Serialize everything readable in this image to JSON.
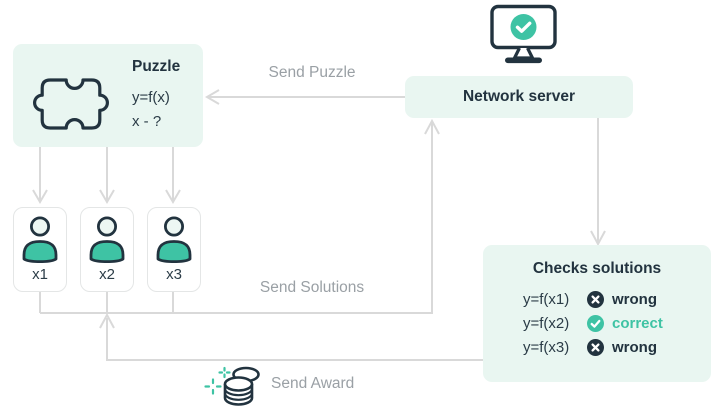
{
  "puzzle": {
    "title": "Puzzle",
    "formula": "y=f(x)",
    "unknown": "x - ?"
  },
  "server": {
    "label": "Network server"
  },
  "users": [
    {
      "label": "x1"
    },
    {
      "label": "x2"
    },
    {
      "label": "x3"
    }
  ],
  "checks": {
    "title": "Checks solutions",
    "rows": [
      {
        "formula": "y=f(x1)",
        "status": "wrong"
      },
      {
        "formula": "y=f(x2)",
        "status": "correct"
      },
      {
        "formula": "y=f(x3)",
        "status": "wrong"
      }
    ]
  },
  "flow_labels": {
    "send_puzzle": "Send Puzzle",
    "send_solutions": "Send Solutions",
    "send_award": "Send Award"
  },
  "icons": {
    "server_icon": "monitor-check-icon",
    "puzzle_icon": "puzzle-piece-icon",
    "user_icon": "person-icon",
    "award_icon": "coins-sparkle-icon",
    "wrong_icon": "x-circle-icon",
    "correct_icon": "check-circle-icon"
  },
  "colors": {
    "accent_teal": "#3ec3a4",
    "navy": "#22333f",
    "mint_bg": "#e9f6f1",
    "line_gray": "#d9d9d9",
    "label_gray": "#9aa0a5"
  }
}
